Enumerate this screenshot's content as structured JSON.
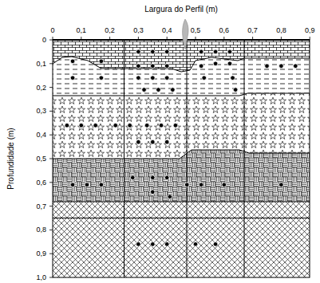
{
  "diagram": {
    "labels": [
      "Largura do Perfil (m)",
      "0",
      "0,1",
      "0,2",
      "0,3",
      "0,4",
      "0,5",
      "0,6",
      "0,7",
      "0,8",
      "0,9",
      "Profundidade (m)",
      "0",
      "0,1",
      "0,2",
      "0,3",
      "0,4",
      "0,5",
      "0,6",
      "0,7",
      "0,8",
      "0,9",
      "1,0"
    ]
  }
}
